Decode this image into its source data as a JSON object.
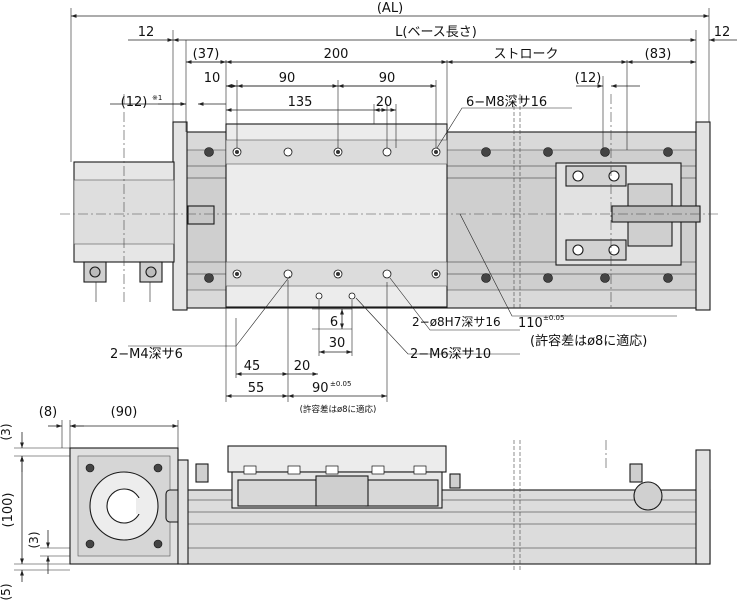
{
  "top_dims": {
    "al": "(AL)",
    "end_left": "12",
    "end_right": "12",
    "base_length": "L(ベース長さ)",
    "d37": "(37)",
    "d200": "200",
    "stroke": "ストローク",
    "d83": "(83)",
    "d10": "10",
    "d90a": "90",
    "d90b": "90",
    "d12": "(12)",
    "d135": "135",
    "d20": "20",
    "d12note": "(12)",
    "note_mark": "※1"
  },
  "callouts": {
    "m8": "6−M8深サ16",
    "pin": "2−ø8H7深サ16",
    "m4": "2−M4深サ6",
    "m6": "2−M6深サ10",
    "d110_value": "110",
    "d110_tol": "±0.05",
    "d110_note": "(許容差はø8に適応)"
  },
  "bottom_dims": {
    "d6": "6",
    "d30": "30",
    "d45": "45",
    "d20": "20",
    "d55": "55",
    "d90_value": "90",
    "d90_tol": "±0.05",
    "d90_note": "(許容差はø8に適応)"
  },
  "side_dims": {
    "d8": "(8)",
    "d90": "(90)",
    "d3a": "(3)",
    "d100": "(100)",
    "d3b": "(3)",
    "d5": "(5)"
  }
}
